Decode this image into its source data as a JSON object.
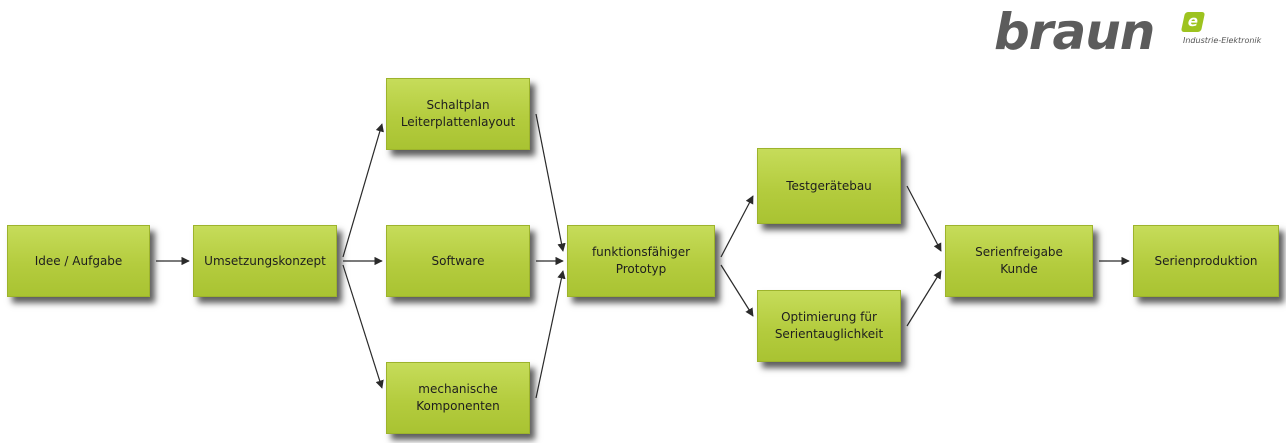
{
  "logo": {
    "word": "braun",
    "mark": "e",
    "subtitle": "Industrie-Elektronik"
  },
  "nodes": {
    "idee": [
      "Idee / Aufgabe"
    ],
    "umsetzung": [
      "Umsetzungskonzept"
    ],
    "schaltplan": [
      "Schaltplan",
      "Leiterplattenlayout"
    ],
    "software": [
      "Software"
    ],
    "mechanik": [
      "mechanische",
      "Komponenten"
    ],
    "prototyp": [
      "funktionsfähiger",
      "Prototyp"
    ],
    "testgeraete": [
      "Testgerätebau"
    ],
    "optimierung": [
      "Optimierung für",
      "Serientauglichkeit"
    ],
    "serienfreigabe": [
      "Serienfreigabe",
      "Kunde"
    ],
    "serienproduktion": [
      "Serienproduktion"
    ]
  },
  "edges": [
    [
      "idee",
      "umsetzung"
    ],
    [
      "umsetzung",
      "schaltplan"
    ],
    [
      "umsetzung",
      "software"
    ],
    [
      "umsetzung",
      "mechanik"
    ],
    [
      "schaltplan",
      "prototyp"
    ],
    [
      "software",
      "prototyp"
    ],
    [
      "mechanik",
      "prototyp"
    ],
    [
      "prototyp",
      "testgeraete"
    ],
    [
      "prototyp",
      "optimierung"
    ],
    [
      "testgeraete",
      "serienfreigabe"
    ],
    [
      "optimierung",
      "serienfreigabe"
    ],
    [
      "serienfreigabe",
      "serienproduktion"
    ]
  ],
  "colors": {
    "box": "#b4cc3e",
    "arrow": "#2a2a2a",
    "logo_text": "#5c5c5c",
    "logo_mark": "#9dc31f"
  }
}
